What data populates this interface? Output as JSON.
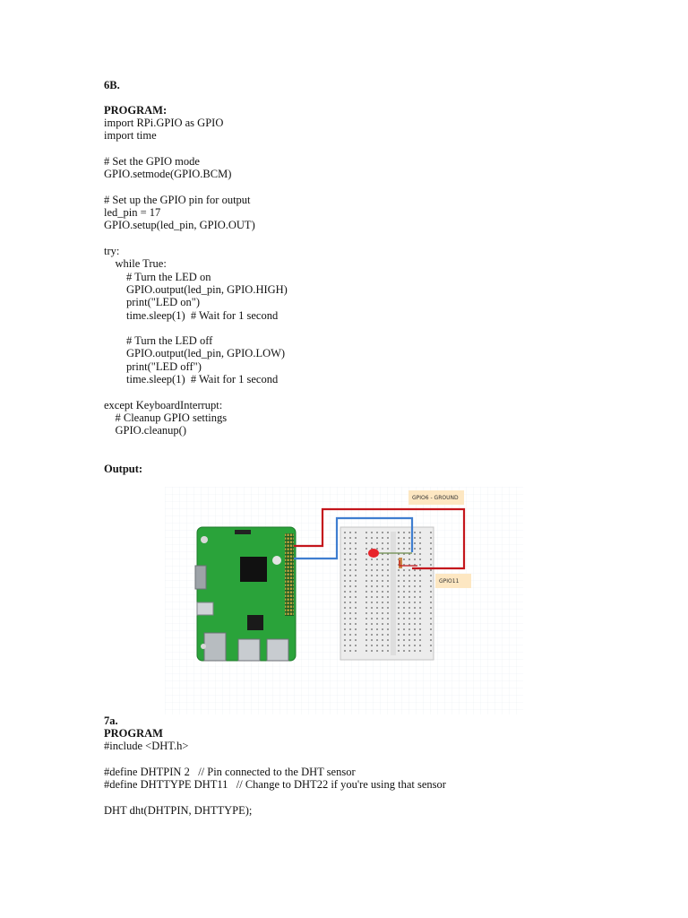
{
  "section_6b": {
    "heading": "6B.",
    "program_label": "PROGRAM:",
    "code": [
      "import RPi.GPIO as GPIO",
      "import time",
      "",
      "# Set the GPIO mode",
      "GPIO.setmode(GPIO.BCM)",
      "",
      "# Set up the GPIO pin for output",
      "led_pin = 17",
      "GPIO.setup(led_pin, GPIO.OUT)",
      "",
      "try:",
      "    while True:",
      "        # Turn the LED on",
      "        GPIO.output(led_pin, GPIO.HIGH)",
      "        print(\"LED on\")",
      "        time.sleep(1)  # Wait for 1 second",
      "",
      "        # Turn the LED off",
      "        GPIO.output(led_pin, GPIO.LOW)",
      "        print(\"LED off\")",
      "        time.sleep(1)  # Wait for 1 second",
      "",
      "except KeyboardInterrupt:",
      "    # Cleanup GPIO settings",
      "    GPIO.cleanup()"
    ],
    "output_label": "Output:"
  },
  "diagram": {
    "label_ground": "GPIO6 - GROUND",
    "label_gpio": "GPIO11"
  },
  "section_7a": {
    "heading": "7a.",
    "program_label": "PROGRAM",
    "code": [
      "#include <DHT.h>",
      "",
      "#define DHTPIN 2   // Pin connected to the DHT sensor",
      "#define DHTTYPE DHT11   // Change to DHT22 if you're using that sensor",
      "",
      "DHT dht(DHTPIN, DHTTYPE);"
    ]
  }
}
